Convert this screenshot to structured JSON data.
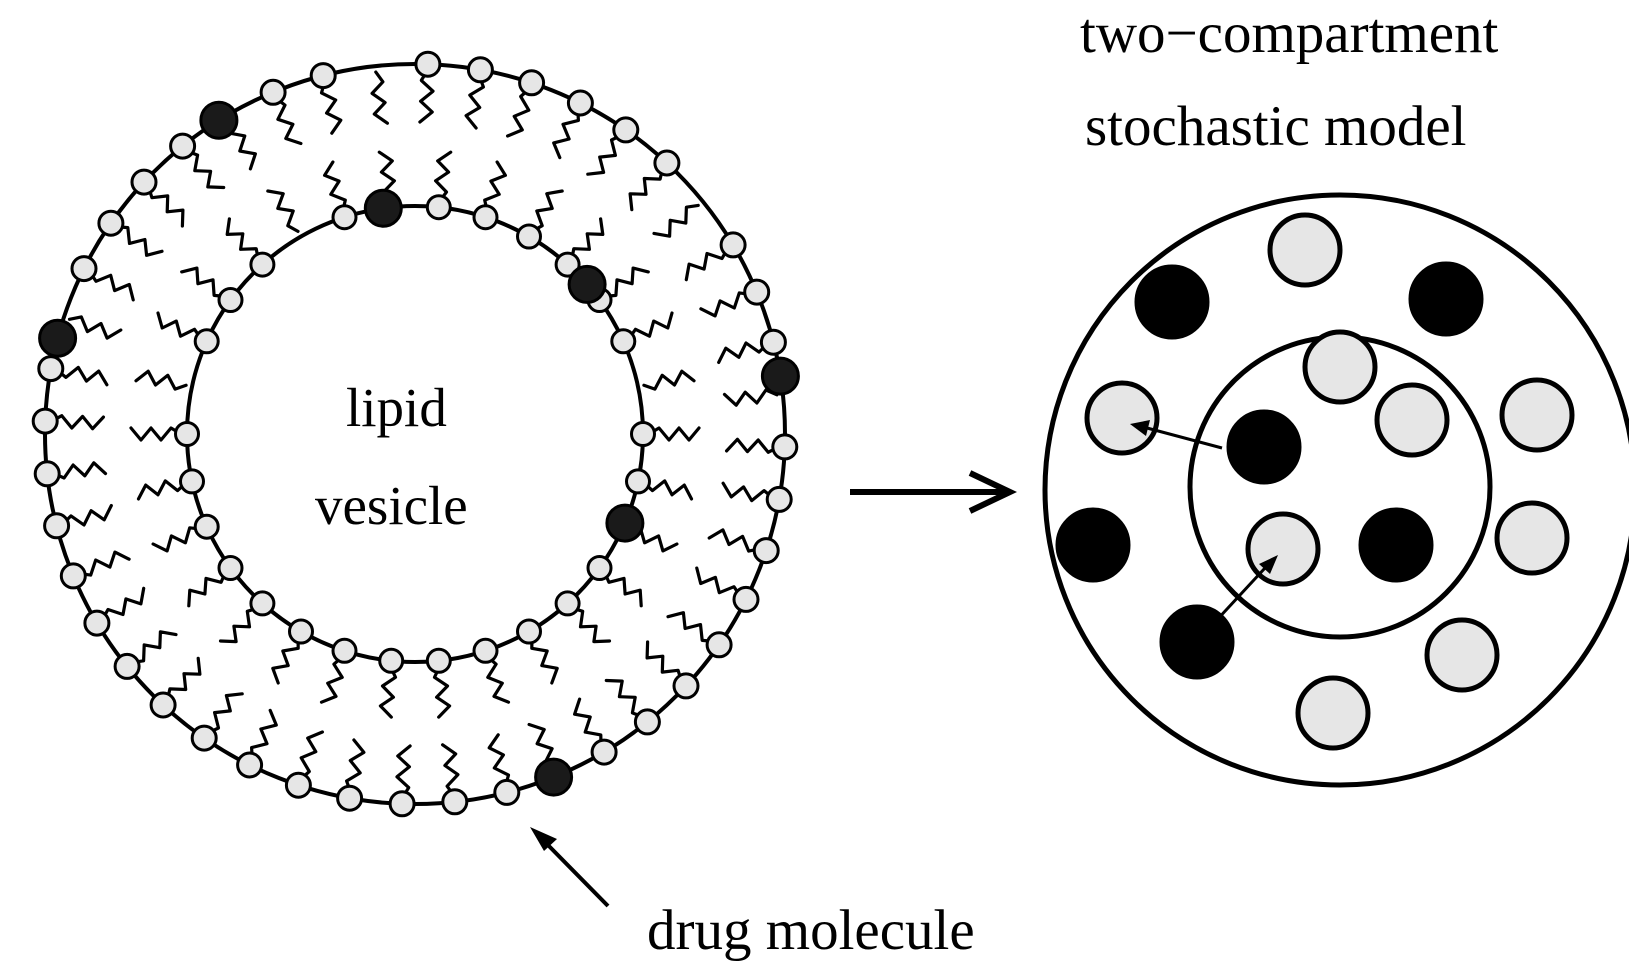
{
  "vesicle": {
    "label_line1": "lipid",
    "label_line2": "vesicle",
    "annotation": "drug molecule"
  },
  "model": {
    "title_line1": "two−compartment",
    "title_line2": "stochastic model"
  },
  "colors": {
    "ink": "#000000",
    "lipid_head": "#e6e6e6",
    "drug_molecule": "#1a1a1a",
    "background": "#ffffff"
  }
}
